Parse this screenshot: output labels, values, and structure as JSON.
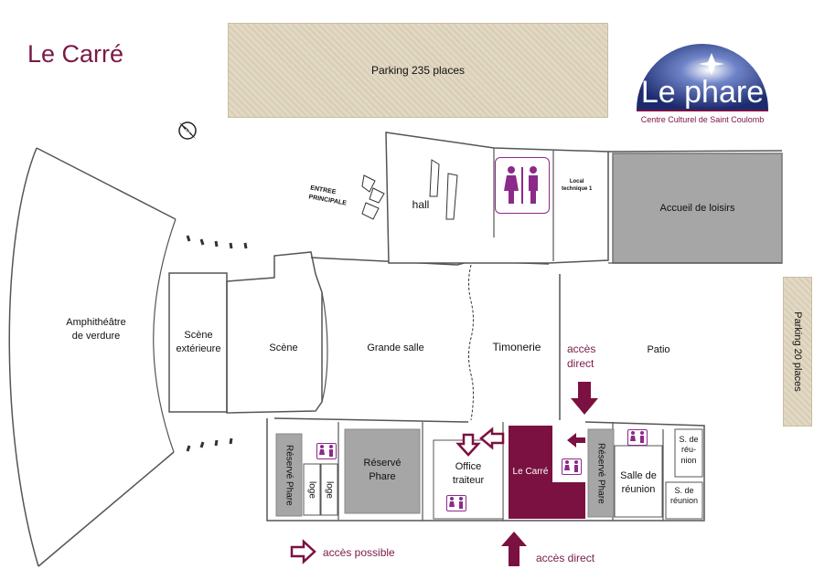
{
  "title": "Le Carré",
  "logo": {
    "name": "Le phare",
    "subtitle": "Centre Culturel de Saint Coulomb"
  },
  "parking": {
    "top": "Parking 235 places",
    "right": "Parking  20 places"
  },
  "entrance": {
    "line1": "ENTREE",
    "line2": "PRINCIPALE"
  },
  "local_technique": {
    "line1": "Local",
    "line2": "technique 1"
  },
  "rooms": {
    "amphitheatre": {
      "line1": "Amphithéâtre",
      "line2": "de verdure"
    },
    "scene_ext": {
      "line1": "Scène",
      "line2": "extérieure"
    },
    "scene": "Scène",
    "grande_salle": "Grande salle",
    "hall": "hall",
    "timonerie": "Timonerie",
    "patio": "Patio",
    "accueil": "Accueil de loisirs",
    "reserve_phare_left": "Réservé Phare",
    "loge1": "loge",
    "loge2": "loge",
    "reserve_phare_mid": {
      "line1": "Réservé",
      "line2": "Phare"
    },
    "office": {
      "line1": "Office",
      "line2": "traiteur"
    },
    "le_carre": "Le Carré",
    "reserve_phare_right": "Réservé Phare",
    "salle_reunion": {
      "line1": "Salle de",
      "line2": "réunion"
    },
    "s_reunion_top": {
      "line1": "S. de",
      "line2": "réu-",
      "line3": "nion"
    },
    "s_reunion_bottom": {
      "line1": "S. de",
      "line2": "réunion"
    }
  },
  "access": {
    "direct_mid": {
      "line1": "accès",
      "line2": "direct"
    },
    "possible": "accès possible",
    "direct_bottom": "accès direct"
  },
  "colors": {
    "accent": "#7b1141",
    "text_accent": "#7a1a46",
    "reserved": "#a6a6a6",
    "wc": "#8b2a8b"
  },
  "icons": [
    "compass-icon",
    "restroom-icon",
    "arrow-down-icon",
    "arrow-up-icon",
    "arrow-left-icon",
    "arrow-right-icon"
  ]
}
